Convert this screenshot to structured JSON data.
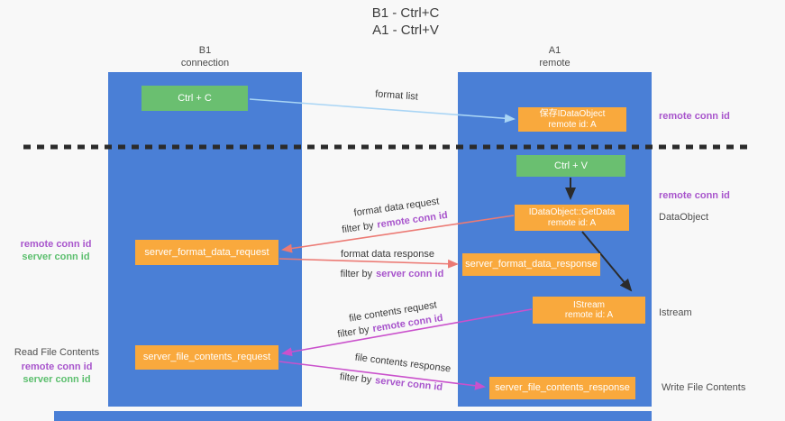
{
  "title": {
    "line1": "B1 - Ctrl+C",
    "line2": "A1 - Ctrl+V"
  },
  "columns": {
    "left": {
      "header_line1": "B1",
      "header_line2": "connection"
    },
    "right": {
      "header_line1": "A1",
      "header_line2": "remote"
    }
  },
  "nodes": {
    "ctrl_c": "Ctrl + C",
    "ctrl_v": "Ctrl + V",
    "save_dataobject_line1": "保存IDataObject",
    "save_dataobject_line2": "remote id: A",
    "getdata_line1": "IDataObject::GetData",
    "getdata_line2": "remote id: A",
    "istream_line1": "IStream",
    "istream_line2": "remote id: A",
    "server_format_data_request": "server_format_data_request",
    "server_format_data_response": "server_format_data_response",
    "server_file_contents_request": "server_file_contents_request",
    "server_file_contents_response": "server_file_contents_response"
  },
  "edge_labels": {
    "format_list": "format list",
    "format_data_request": "format data request",
    "format_data_response": "format data response",
    "file_contents_request": "file contents request",
    "file_contents_response": "file contents response",
    "filter_by": "filter by",
    "remote_conn_id": "remote conn id",
    "server_conn_id": "server conn id"
  },
  "side_labels": {
    "right_remote_conn_id_top": "remote conn id",
    "right_remote_conn_id_mid": "remote conn id",
    "dataobject": "DataObject",
    "istream": "Istream",
    "write_file_contents": "Write File Contents",
    "read_file_contents": "Read File Contents",
    "left_remote_conn_id_top": "remote conn id",
    "left_server_conn_id_top": "server conn id",
    "left_remote_conn_id_bottom": "remote conn id",
    "left_server_conn_id_bottom": "server conn id"
  },
  "colors": {
    "column_blue": "#4a7fd6",
    "box_green": "#6abf70",
    "box_orange": "#f9a93d",
    "arrow_salmon": "#ec7a74",
    "arrow_magenta": "#ca51cc",
    "arrow_lightblue": "#a9d5f5",
    "arrow_black": "#2b2b2b",
    "label_purple": "#a855cc",
    "label_green": "#5cbf6e",
    "background": "#f8f8f8"
  }
}
